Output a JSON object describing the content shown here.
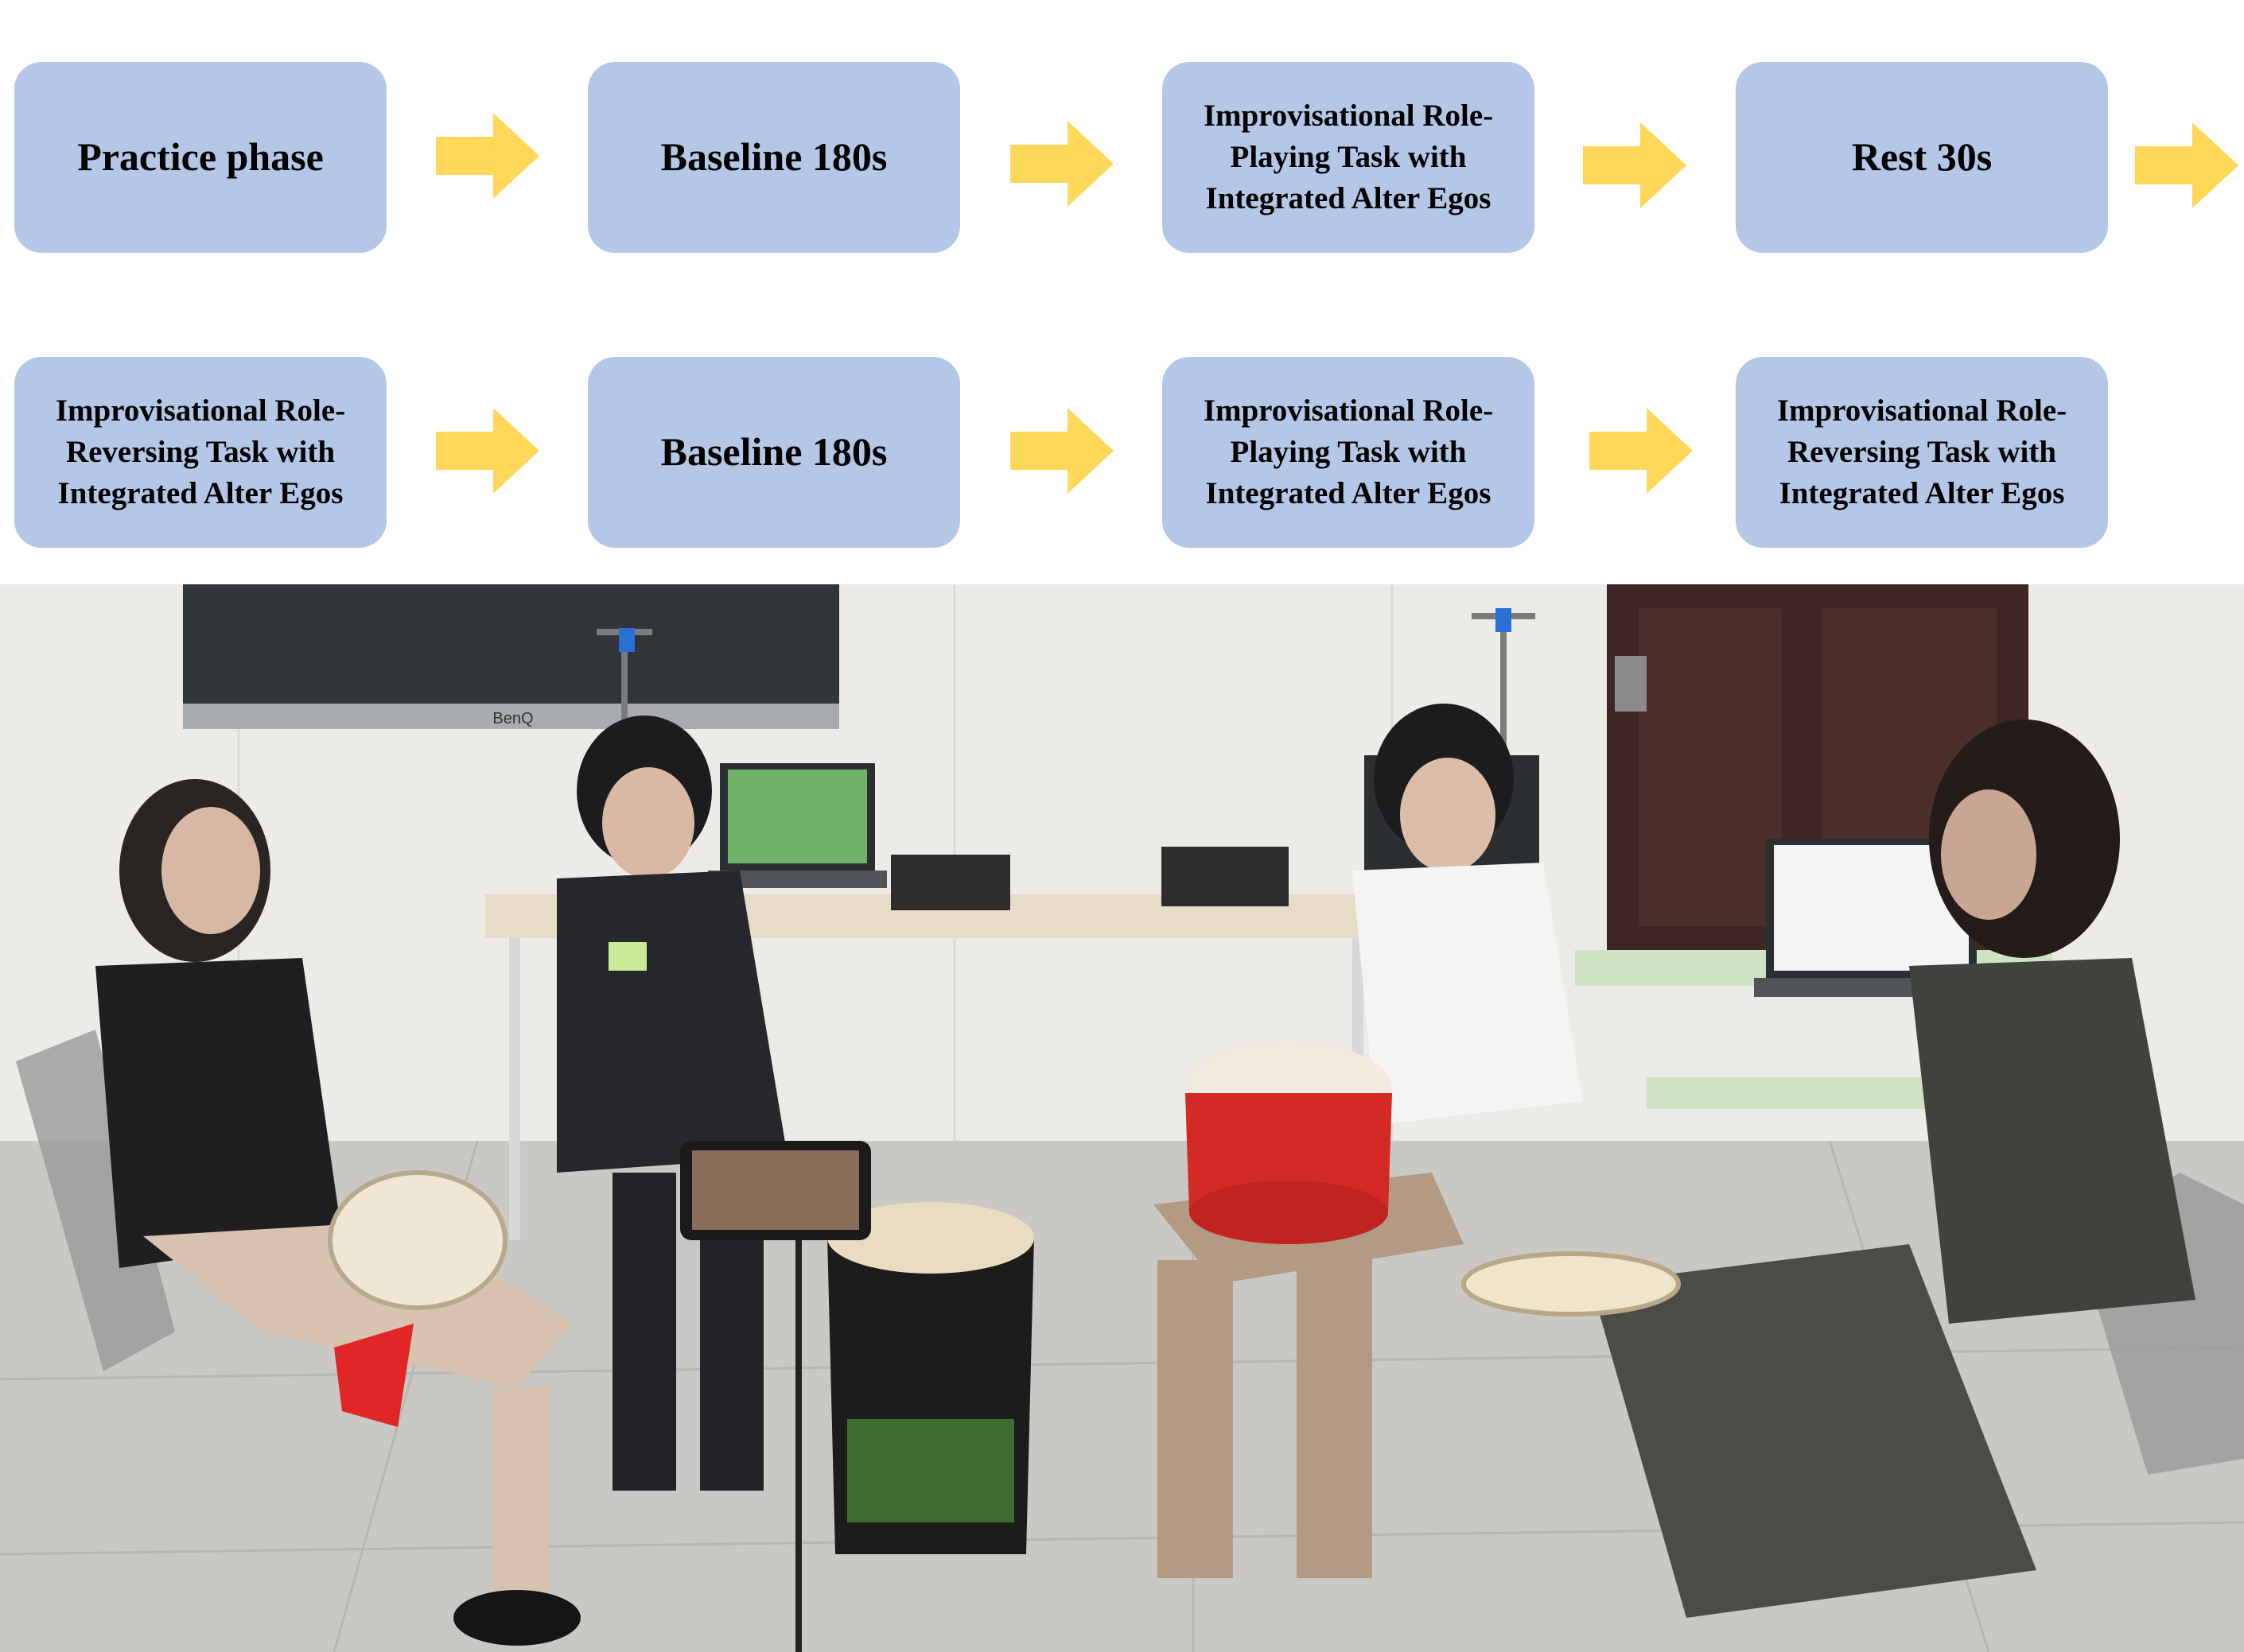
{
  "flow": {
    "row1": [
      {
        "label": "Practice phase"
      },
      {
        "label": "Baseline 180s"
      },
      {
        "label": "Improvisational Role-\nPlaying  Task with\nIntegrated Alter Egos"
      },
      {
        "label": "Rest 30s"
      }
    ],
    "row2": [
      {
        "label": "Improvisational Role-\nReversing Task with\nIntegrated Alter Egos"
      },
      {
        "label": "Baseline 180s"
      },
      {
        "label": "Improvisational Role-\nPlaying Task with\nIntegrated Alter Egos"
      },
      {
        "label": "Improvisational Role-\nReversing Task with\nIntegrated Alter Egos"
      }
    ]
  },
  "colors": {
    "box_fill": "#b4c7e7",
    "arrow_fill": "#ffd85a"
  },
  "photo": {
    "tv_brand": "BenQ"
  }
}
